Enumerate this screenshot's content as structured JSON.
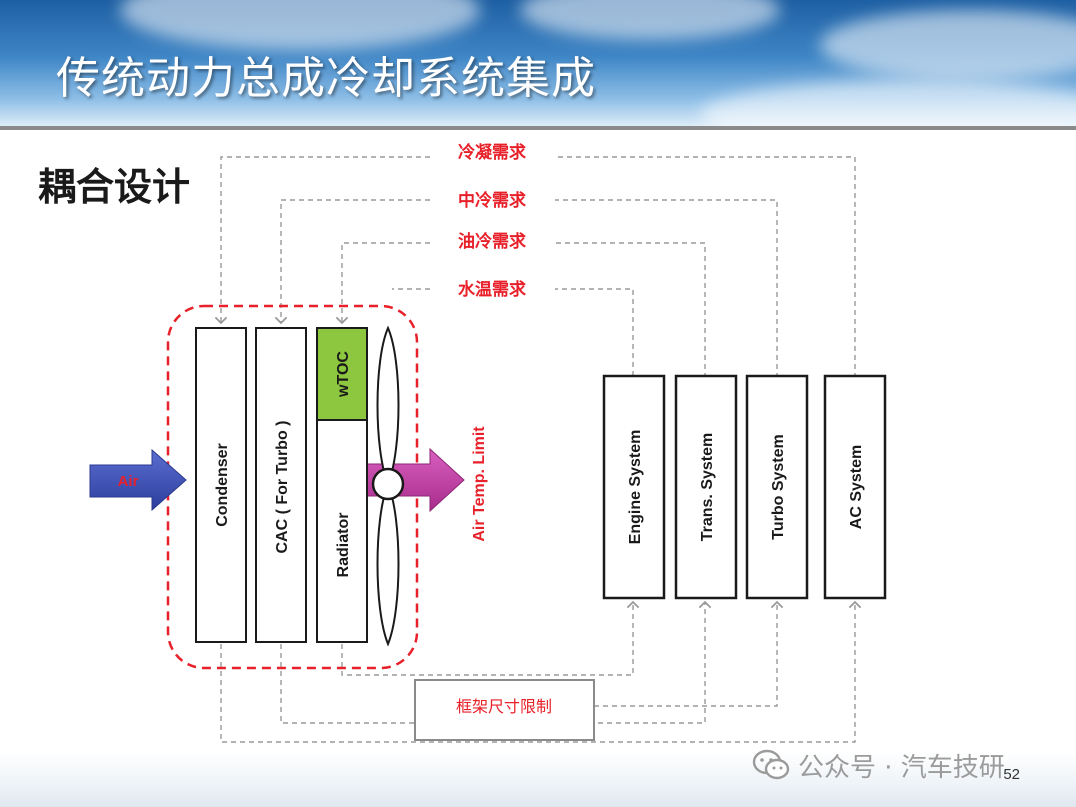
{
  "title": "传统动力总成冷却系统集成",
  "subtitle": "耦合设计",
  "demands": {
    "condensing": "冷凝需求",
    "intercooling": "中冷需求",
    "oil_cooling": "油冷需求",
    "water_temp": "水温需求"
  },
  "air_in_label": "Air",
  "air_out_label": "Air Temp. Limit",
  "heat_exchangers": {
    "condenser": "Condenser",
    "cac": "CAC ( For Turbo )",
    "wtoc": "wTOC",
    "radiator": "Radiator"
  },
  "systems": {
    "engine": "Engine System",
    "trans": "Trans. System",
    "turbo": "Turbo System",
    "ac": "AC System"
  },
  "frame_limit": "框架尺寸限制",
  "watermark": "公众号 · 汽车技研",
  "page_number": "52",
  "colors": {
    "demand_text": "#e8202a",
    "module_border": "#e8202a",
    "wtoc_fill": "#8dc63f",
    "air_in_arrow": "#3a4fb5",
    "air_out_arrow": "#c33aa3",
    "dash_line": "#9a9a9a"
  }
}
